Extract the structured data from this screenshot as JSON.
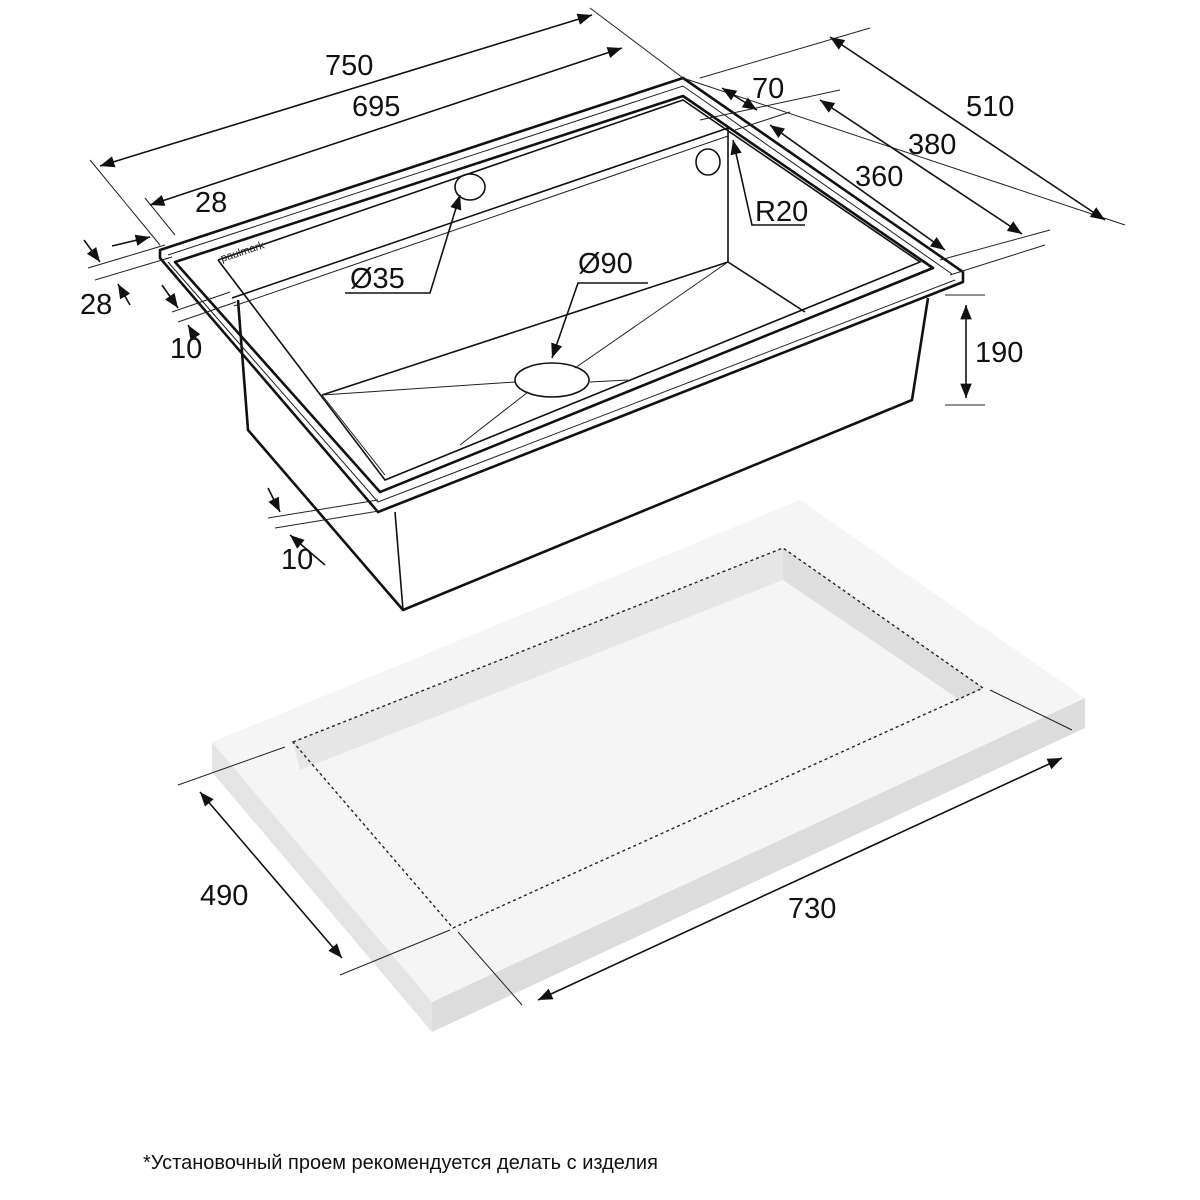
{
  "brand": "paulmark",
  "sink_dimensions": {
    "overall_length": "750",
    "bowl_length": "695",
    "overall_depth": "510",
    "depth_380": "380",
    "bowl_depth": "360",
    "back_offset": "70",
    "corner_radius": "R20",
    "tap_hole": "Ø35",
    "drain": "Ø90",
    "bowl_height": "190",
    "rim_top": "28",
    "rim_side": "28",
    "edge_side": "10",
    "edge_front": "10"
  },
  "cutout_dimensions": {
    "depth": "490",
    "length": "730"
  },
  "footnote": "*Установочный проем рекомендуется делать с изделия",
  "colors": {
    "line": "#111111",
    "slab_top": "#f4f4f4",
    "slab_side": "#e2e2e2"
  }
}
